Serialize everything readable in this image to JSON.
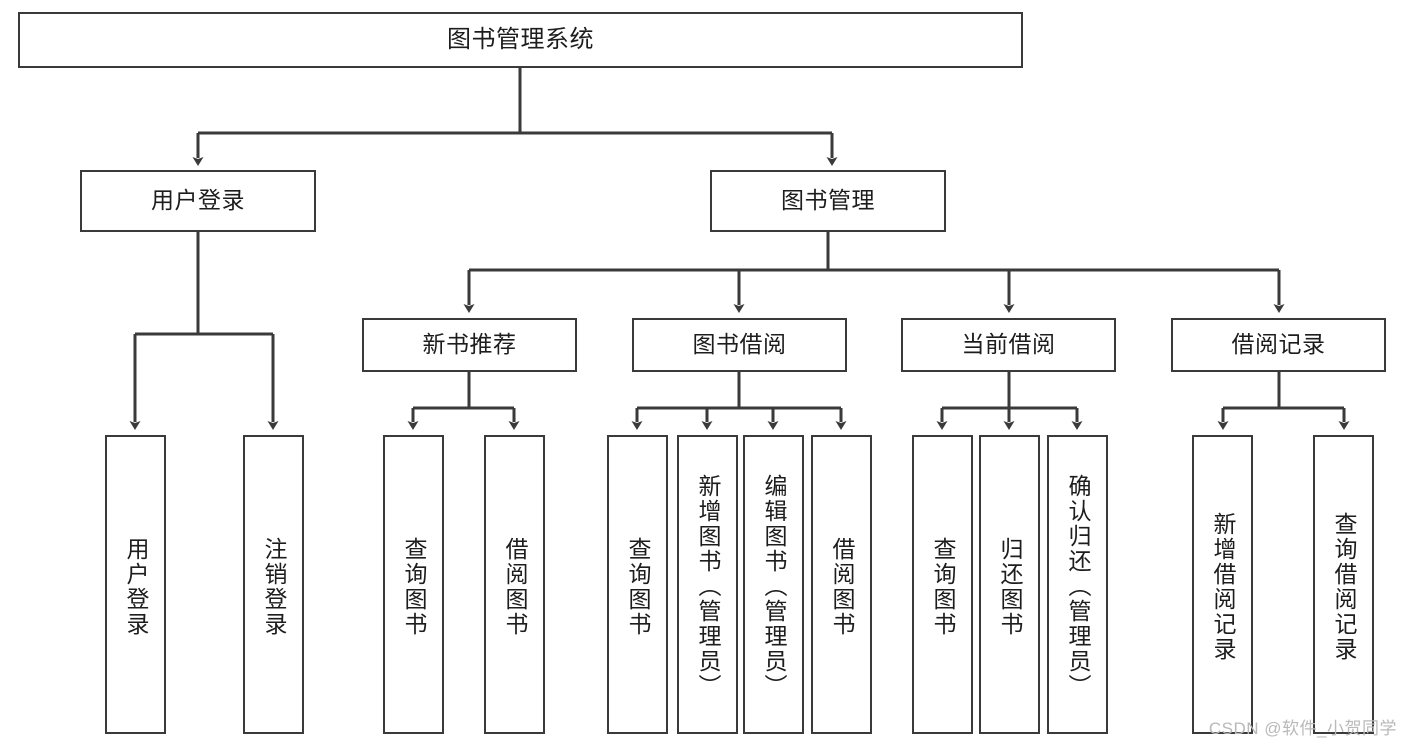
{
  "diagram": {
    "title": "图书管理系统",
    "type": "hierarchy-tree",
    "watermark": "CSDN @软件_小贺同学",
    "colors": {
      "background": "#ffffff",
      "node_border": "#3a3a3a",
      "node_fill": "#ffffff",
      "edge": "#3a3a3a",
      "text": "#1d1d1d",
      "watermark": "#b9b9b9"
    },
    "levels": {
      "root": {
        "label": "图书管理系统"
      },
      "level2": [
        {
          "label": "用户登录"
        },
        {
          "label": "图书管理"
        }
      ],
      "level3": [
        {
          "label": "新书推荐"
        },
        {
          "label": "图书借阅"
        },
        {
          "label": "当前借阅"
        },
        {
          "label": "借阅记录"
        }
      ],
      "leaves": {
        "user_login": [
          {
            "label": "用户登录"
          },
          {
            "label": "注销登录"
          }
        ],
        "new_book_recommend": [
          {
            "label": "查询图书"
          },
          {
            "label": "借阅图书"
          }
        ],
        "book_borrow": [
          {
            "label": "查询图书"
          },
          {
            "label": "新增图书（管理员）"
          },
          {
            "label": "编辑图书（管理员）"
          },
          {
            "label": "借阅图书"
          }
        ],
        "current_borrow": [
          {
            "label": "查询图书"
          },
          {
            "label": "归还图书"
          },
          {
            "label": "确认归还（管理员）"
          }
        ],
        "borrow_record": [
          {
            "label": "新增借阅记录"
          },
          {
            "label": "查询借阅记录"
          }
        ]
      }
    }
  }
}
